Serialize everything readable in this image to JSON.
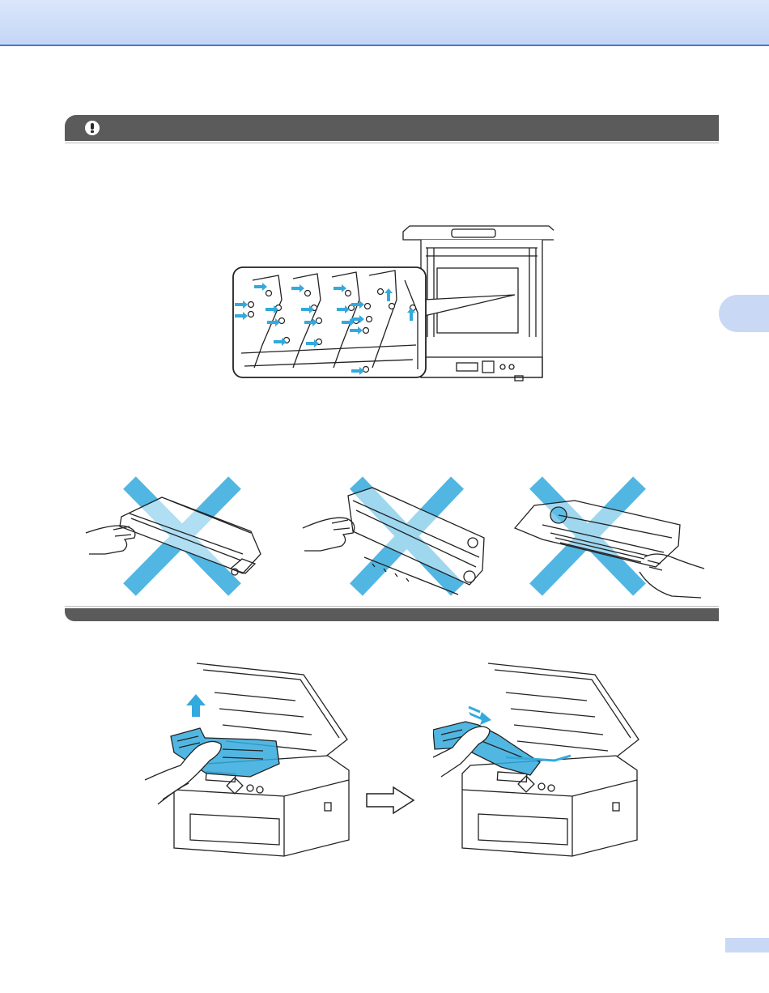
{
  "header": {
    "band_color": "#c9d8f4",
    "rule_color": "#4a78c8"
  },
  "caution": {
    "icon": "exclamation-circle-icon",
    "bar_color": "#5b5b5b"
  },
  "figures": {
    "drum_contacts": "printer-open-drum-contacts",
    "do_not_touch": [
      "toner-cartridge",
      "drum-unit-front",
      "drum-unit-rear"
    ],
    "remove_units": "lift-out-drum-units",
    "accent_color": "#33aadd"
  },
  "side_tab": {
    "color": "#c9d8f4"
  },
  "page_number_tab": {
    "color": "#c9d8f4"
  }
}
